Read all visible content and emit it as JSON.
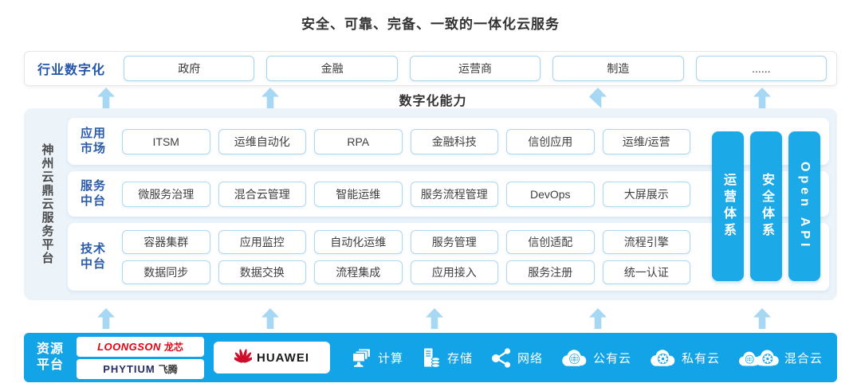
{
  "title": "安全、可靠、完备、一致的一体化云服务",
  "industry": {
    "label": "行业数字化",
    "items": [
      "政府",
      "金融",
      "运营商",
      "制造",
      "......"
    ]
  },
  "capability_label": "数字化能力",
  "platform": {
    "name": "神州云鼎云服务平台",
    "rows": [
      {
        "label": "应用市场",
        "items": [
          "ITSM",
          "运维自动化",
          "RPA",
          "金融科技",
          "信创应用",
          "运维/运营"
        ]
      },
      {
        "label": "服务中台",
        "items": [
          "微服务治理",
          "混合云管理",
          "智能运维",
          "服务流程管理",
          "DevOps",
          "大屏展示"
        ]
      },
      {
        "label": "技术中台",
        "items_top": [
          "容器集群",
          "应用监控",
          "自动化运维",
          "服务管理",
          "信创适配",
          "流程引擎"
        ],
        "items_bottom": [
          "数据同步",
          "数据交换",
          "流程集成",
          "应用接入",
          "服务注册",
          "统一认证"
        ]
      }
    ],
    "pillars": [
      "运营体系",
      "安全体系",
      "Open API"
    ]
  },
  "resources": {
    "label": "资源平台",
    "vendors": {
      "loongson_en": "LOONGSON",
      "loongson_cn": "龙芯",
      "phytium_en": "PHYTIUM",
      "phytium_cn": "飞腾",
      "huawei": "HUAWEI"
    },
    "items": [
      {
        "label": "计算",
        "icon": "compute-icon"
      },
      {
        "label": "存储",
        "icon": "storage-icon"
      },
      {
        "label": "网络",
        "icon": "network-icon"
      },
      {
        "label": "公有云",
        "icon": "public-cloud-icon"
      },
      {
        "label": "私有云",
        "icon": "private-cloud-icon"
      },
      {
        "label": "混合云",
        "icon": "hybrid-cloud-icon"
      }
    ]
  },
  "colors": {
    "bar_blue": "#12a4e7",
    "pillar_blue": "#1ca9e8",
    "arrow_blue": "#a6d7f3",
    "label_blue": "#2356a8",
    "box_border_blue": "#aed7f0",
    "panel_bg": "#ecf4fa",
    "loongson_red": "#e60012",
    "phytium_navy": "#252e63",
    "huawei_red": "#ce0e2d"
  }
}
